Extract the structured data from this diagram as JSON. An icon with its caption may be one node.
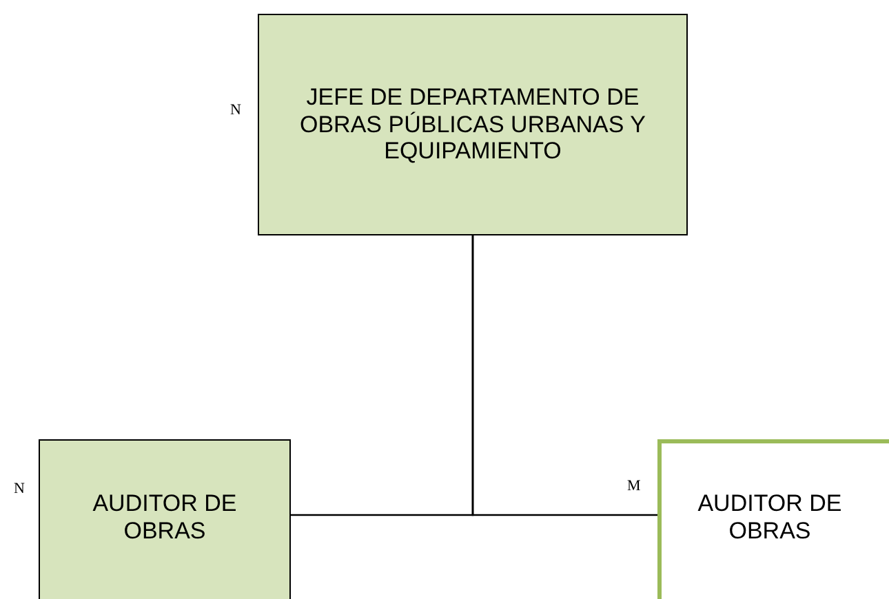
{
  "diagram": {
    "nodes": [
      {
        "text": [
          "JEFE DE DEPARTAMENTO DE OBRAS PÚBLICAS URBANAS Y EQUIPAMIENTO"
        ],
        "beside": [
          "N"
        ]
      },
      {
        "text": [
          "AUDITOR DE OBRAS"
        ],
        "beside": [
          "N"
        ]
      },
      {
        "text": [
          "AUDITOR DE OBRAS"
        ],
        "beside": [
          "M"
        ]
      }
    ],
    "edges": [
      {
        "from": 0,
        "to": 1,
        "arrow": "none"
      },
      {
        "from": 0,
        "to": 2,
        "arrow": "none"
      }
    ]
  }
}
